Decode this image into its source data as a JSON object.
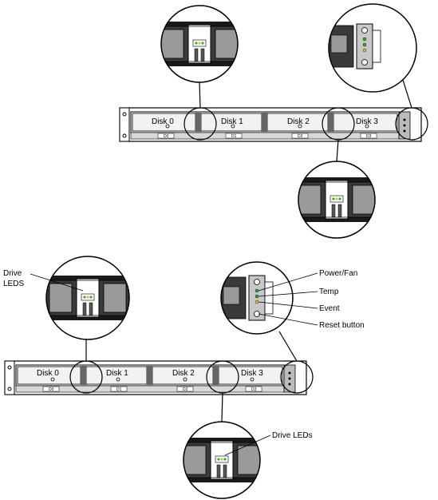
{
  "diagram": {
    "disk_labels": [
      "Disk 0",
      "Disk 1",
      "Disk 2",
      "Disk 3"
    ],
    "bay_tags": [
      "D0",
      "D1",
      "D2",
      "D3"
    ],
    "callouts": {
      "drive_leds_left_line1": "Drive",
      "drive_leds_left_line2": "LEDS",
      "power_fan": "Power/Fan",
      "temp": "Temp",
      "event": "Event",
      "reset_button": "Reset button",
      "drive_leds_bottom": "Drive  LEDs"
    }
  }
}
